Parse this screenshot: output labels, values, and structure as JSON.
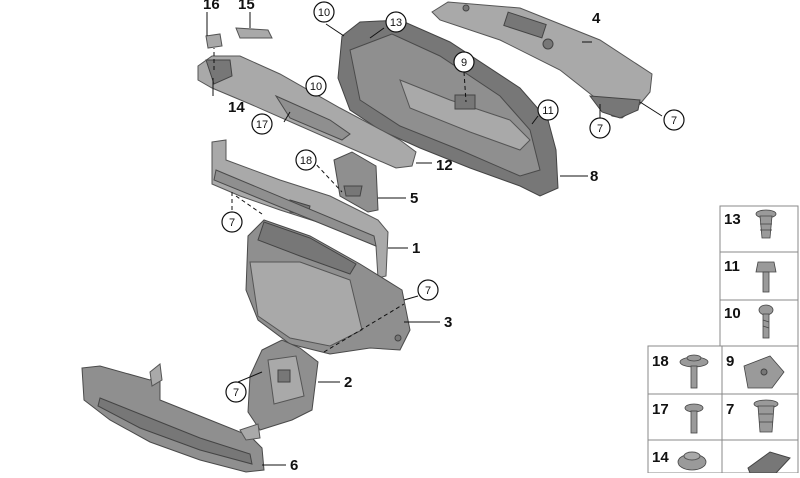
{
  "callouts": {
    "p1": "1",
    "p2": "2",
    "p3": "3",
    "p4": "4",
    "p5": "5",
    "p6": "6",
    "p8": "8",
    "p12": "12",
    "p14": "14",
    "p15": "15",
    "p16": "16"
  },
  "circles": {
    "c7a": "7",
    "c7b": "7",
    "c7c": "7",
    "c7d": "7",
    "c7e": "7",
    "c9": "9",
    "c10a": "10",
    "c10b": "10",
    "c11": "11",
    "c13": "13",
    "c17": "17",
    "c18": "18"
  },
  "hardware_table": {
    "r13": "13",
    "r11": "11",
    "r10": "10",
    "r18": "18",
    "r9": "9",
    "r17": "17",
    "r7": "7",
    "r14": "14"
  }
}
